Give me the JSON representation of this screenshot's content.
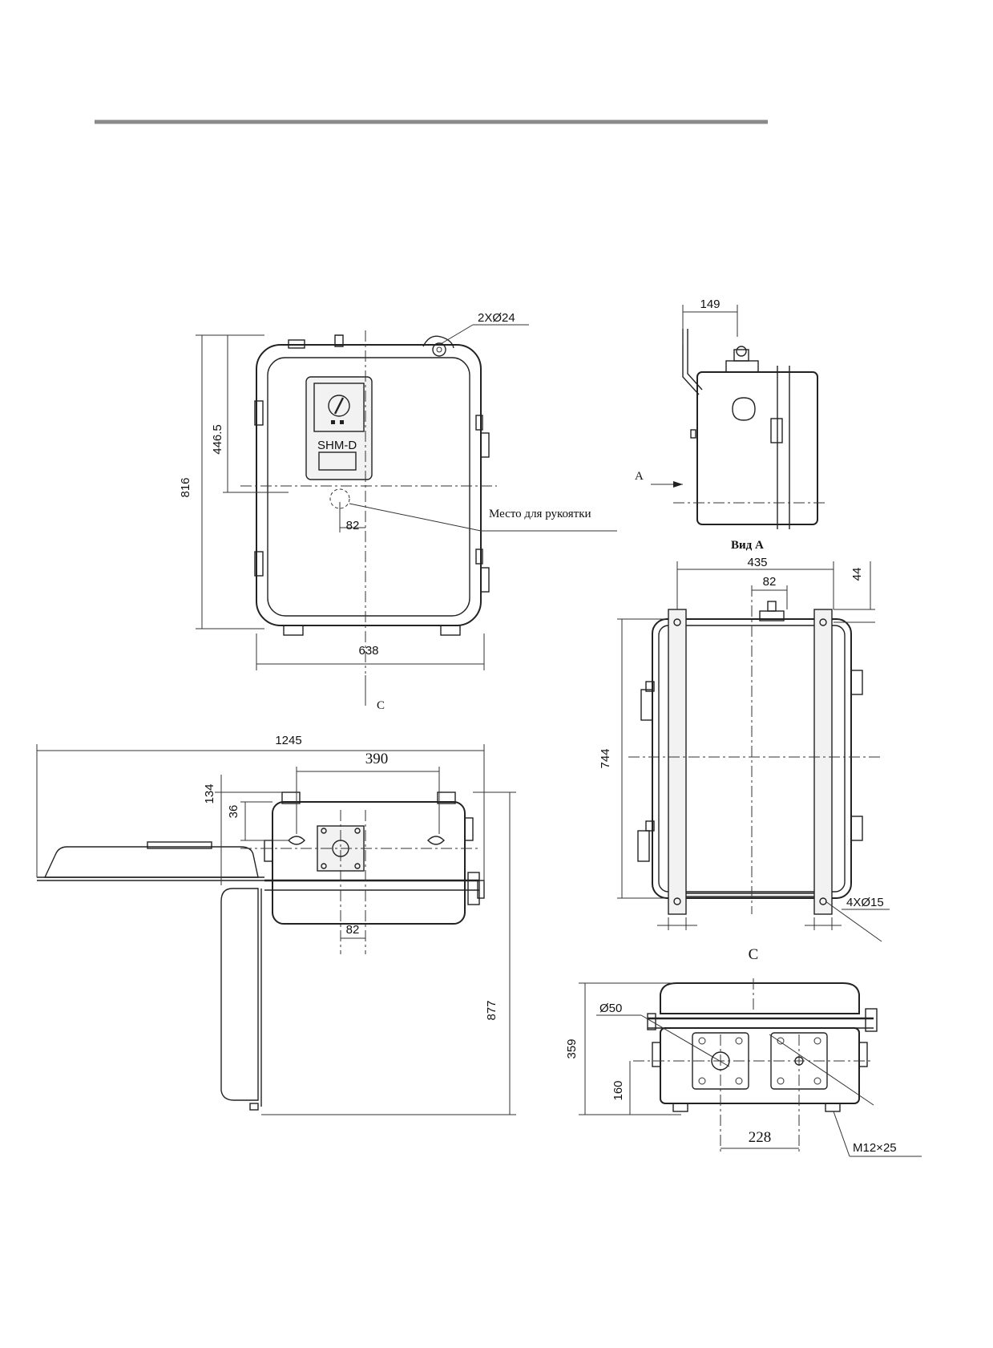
{
  "front_view": {
    "dim_height_total": "816",
    "dim_height_handle": "446.5",
    "dim_width": "638",
    "dim_handle_offset": "82",
    "dim_holes": "2XØ24",
    "panel_label": "SHM-D",
    "handle_place_note": "Место для рукоятки",
    "section_mark": "C"
  },
  "side_view": {
    "dim_depth": "149",
    "view_arrow_label": "A"
  },
  "view_a": {
    "title": "Вид А",
    "dim_width": "435",
    "dim_offset": "82",
    "dim_top": "44",
    "dim_height": "744",
    "dim_holes": "4XØ15"
  },
  "top_view": {
    "dim_overall": "1245",
    "dim_mount_spacing": "390",
    "dim_depth_134": "134",
    "dim_depth_36": "36",
    "dim_offset": "82",
    "dim_door_swing": "877"
  },
  "view_c": {
    "title": "C",
    "dim_height": "359",
    "dim_gland": "Ø50",
    "dim_gland_height": "160",
    "dim_gland_spacing": "228",
    "dim_bolt": "M12×25"
  }
}
